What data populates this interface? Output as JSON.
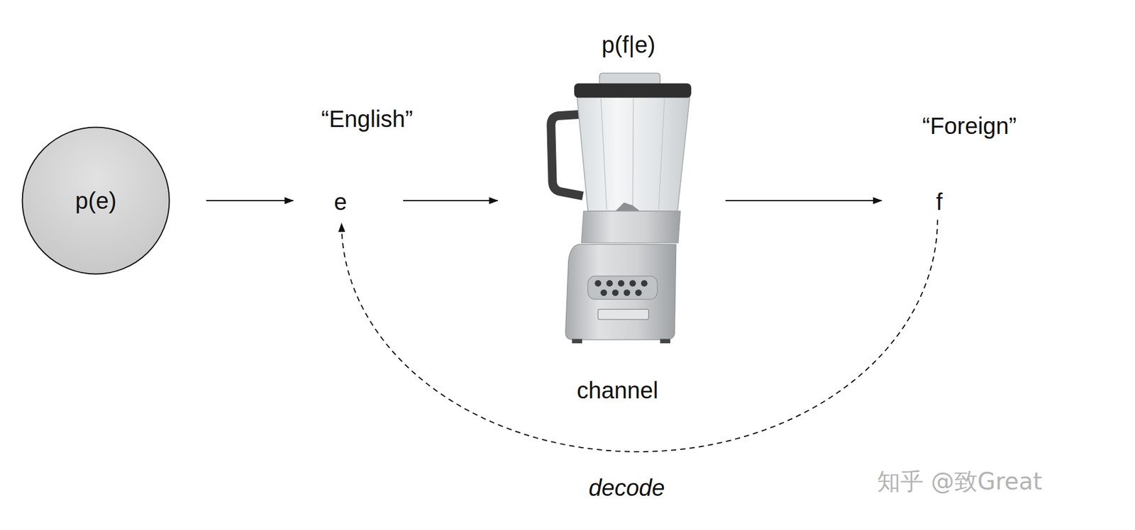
{
  "diagram": {
    "nodes": [
      {
        "text": [
          "p(e)"
        ]
      },
      {
        "text": [
          "“English”",
          "e"
        ]
      },
      {
        "text": [
          "p(f|e)",
          "channel"
        ]
      },
      {
        "text": [
          "“Foreign”",
          "f"
        ]
      }
    ],
    "edges": [
      {
        "from": 0,
        "to": 1,
        "arrow": "to"
      },
      {
        "from": 1,
        "to": 2,
        "arrow": "to"
      },
      {
        "from": 2,
        "to": 3,
        "arrow": "to"
      },
      {
        "from": 3,
        "to": 1,
        "label": "decode",
        "arrow": "to"
      }
    ],
    "labels": [
      "知乎 @致Great"
    ]
  }
}
